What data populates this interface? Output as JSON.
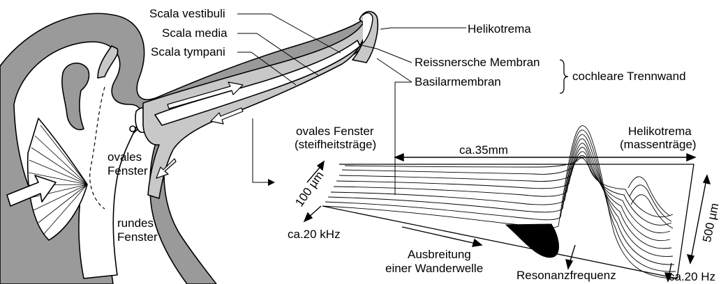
{
  "labels": {
    "scala_vestibuli": "Scala vestibuli",
    "scala_media": "Scala media",
    "scala_tympani": "Scala tympani",
    "helikotrema_top": "Helikotrema",
    "reissner": "Reissnersche Membran",
    "basilar": "Basilarmembran",
    "cochlear_partition": "cochleare Trennwand",
    "oval_window_left_1": "ovales",
    "oval_window_left_2": "Fenster",
    "round_window_1": "rundes",
    "round_window_2": "Fenster",
    "oval_window_right_1": "ovales Fenster",
    "oval_window_right_2": "(steifheitsträge)",
    "length": "ca.35mm",
    "helikotrema_right_1": "Helikotrema",
    "helikotrema_right_2": "(massenträge)",
    "width_base": "100 µm",
    "width_apex": "500 µm",
    "freq_base": "ca.20 kHz",
    "freq_apex": "ca.20 Hz",
    "propagation_1": "Ausbreitung",
    "propagation_2": "einer Wanderwelle",
    "resonance": "Resonanzfrequenz"
  },
  "colors": {
    "tissue": "#c8c8c8",
    "bone": "#9a9a9a",
    "ink": "#000000"
  }
}
